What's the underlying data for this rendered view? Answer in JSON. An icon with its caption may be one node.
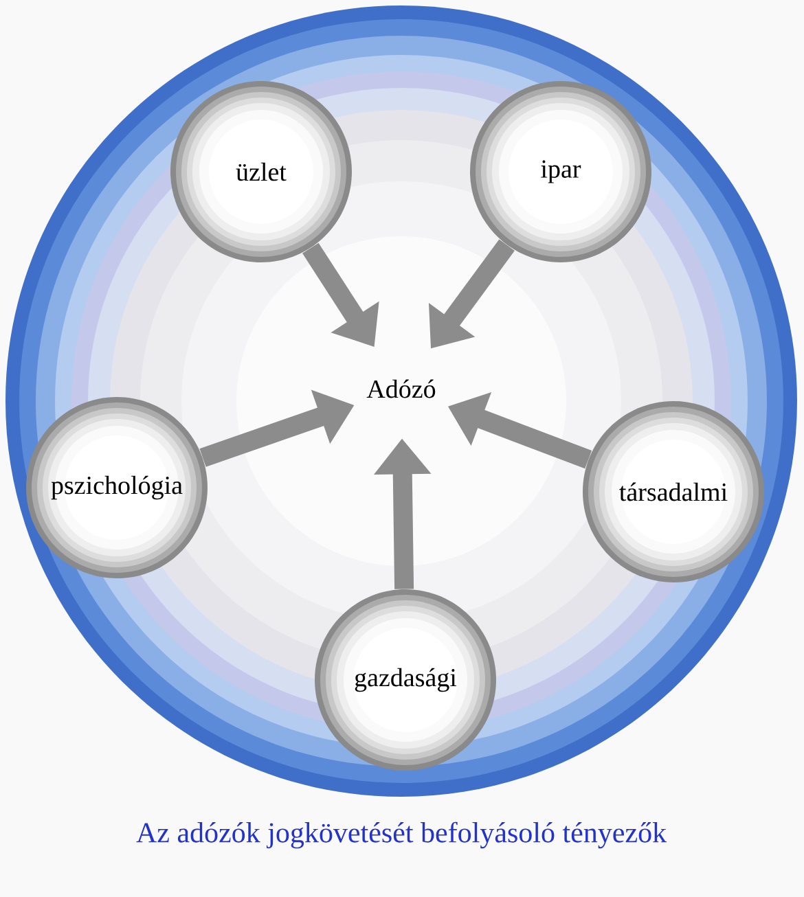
{
  "diagram": {
    "caption": "Az adózók jogkövetését befolyásoló tényezők",
    "nodes": [
      {
        "text": [
          "üzlet"
        ]
      },
      {
        "text": [
          "ipar"
        ]
      },
      {
        "text": [
          "Adózó"
        ]
      },
      {
        "text": [
          "pszichológia"
        ]
      },
      {
        "text": [
          "társadalmi"
        ]
      },
      {
        "text": [
          "gazdasági"
        ]
      }
    ],
    "edges": [
      {
        "from": 0,
        "to": 2,
        "arrow": "to"
      },
      {
        "from": 1,
        "to": 2,
        "arrow": "to"
      },
      {
        "from": 3,
        "to": 2,
        "arrow": "to"
      },
      {
        "from": 4,
        "to": 2,
        "arrow": "to"
      },
      {
        "from": 5,
        "to": 2,
        "arrow": "to"
      }
    ]
  }
}
